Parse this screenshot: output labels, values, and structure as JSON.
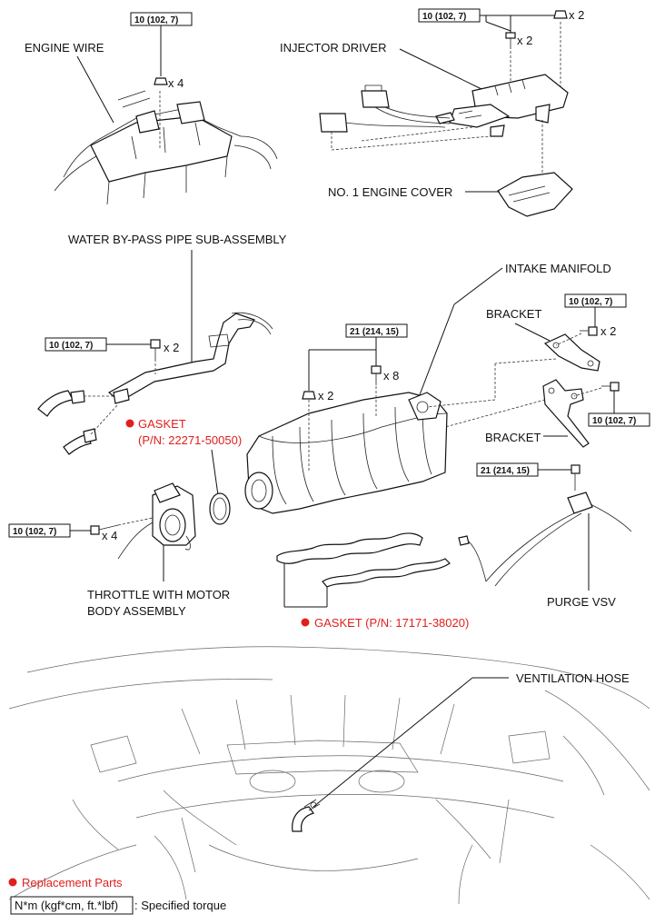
{
  "labels": {
    "engine_wire": "ENGINE WIRE",
    "injector_driver": "INJECTOR DRIVER",
    "engine_cover": "NO. 1 ENGINE COVER",
    "water_bypass": "WATER BY-PASS PIPE SUB-ASSEMBLY",
    "intake_manifold": "INTAKE MANIFOLD",
    "bracket_top": "BRACKET",
    "bracket_bottom": "BRACKET",
    "gasket_throttle": "GASKET",
    "gasket_throttle_pn": "(P/N: 22271-50050)",
    "throttle_line1": "THROTTLE WITH MOTOR",
    "throttle_line2": "BODY ASSEMBLY",
    "gasket_manifold": "GASKET (P/N: 17171-38020)",
    "purge_vsv": "PURGE VSV",
    "ventilation_hose": "VENTILATION HOSE"
  },
  "torques": {
    "engine_wire": "10 (102, 7)",
    "injector_driver": "10 (102, 7)",
    "water_bypass": "10 (102, 7)",
    "manifold": "21 (214, 15)",
    "bracket_top": "10 (102, 7)",
    "bracket_bottom": "10 (102, 7)",
    "throttle": "10 (102, 7)",
    "purge_vsv": "21 (214, 15)"
  },
  "quantities": {
    "engine_wire_nut": "x 4",
    "injector_nut": "x 2",
    "injector_bolt": "x 2",
    "water_bypass_bolt": "x 2",
    "manifold_nut": "x 2",
    "manifold_bolt": "x 8",
    "bracket_bolt": "x 2",
    "throttle_bolt": "x 4"
  },
  "legend": {
    "replacement": "Replacement Parts",
    "torque_unit": "N*m (kgf*cm, ft.*lbf)",
    "torque_desc": ": Specified torque"
  },
  "colors": {
    "replacement_marker": "#e0201c",
    "line": "#111111"
  }
}
